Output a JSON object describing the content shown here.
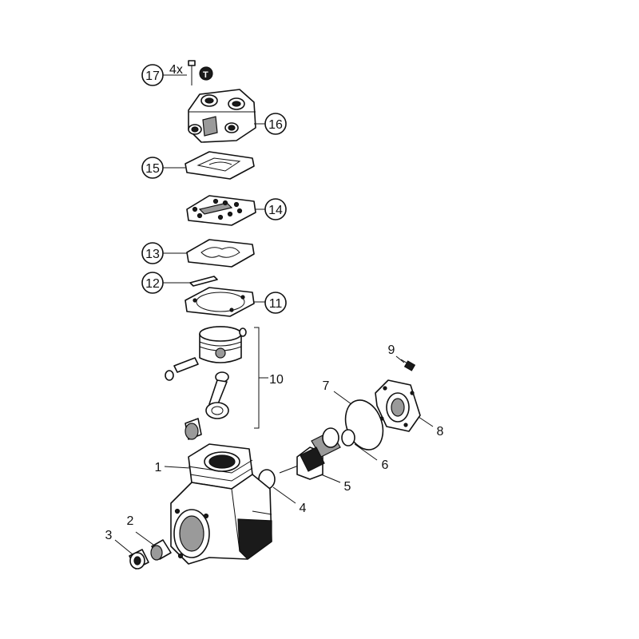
{
  "callouts": [
    {
      "id": "17",
      "label": "17"
    },
    {
      "id": "16",
      "label": "16"
    },
    {
      "id": "15",
      "label": "15"
    },
    {
      "id": "14",
      "label": "14"
    },
    {
      "id": "13",
      "label": "13"
    },
    {
      "id": "12",
      "label": "12"
    },
    {
      "id": "11",
      "label": "11"
    },
    {
      "id": "10",
      "label": "10"
    },
    {
      "id": "9",
      "label": "9"
    },
    {
      "id": "8",
      "label": "8"
    },
    {
      "id": "7",
      "label": "7"
    },
    {
      "id": "6",
      "label": "6"
    },
    {
      "id": "5",
      "label": "5"
    },
    {
      "id": "4",
      "label": "4"
    },
    {
      "id": "3",
      "label": "3"
    },
    {
      "id": "2",
      "label": "2"
    },
    {
      "id": "1",
      "label": "1"
    }
  ],
  "quantity_label": "4x",
  "torque_symbol": "T"
}
